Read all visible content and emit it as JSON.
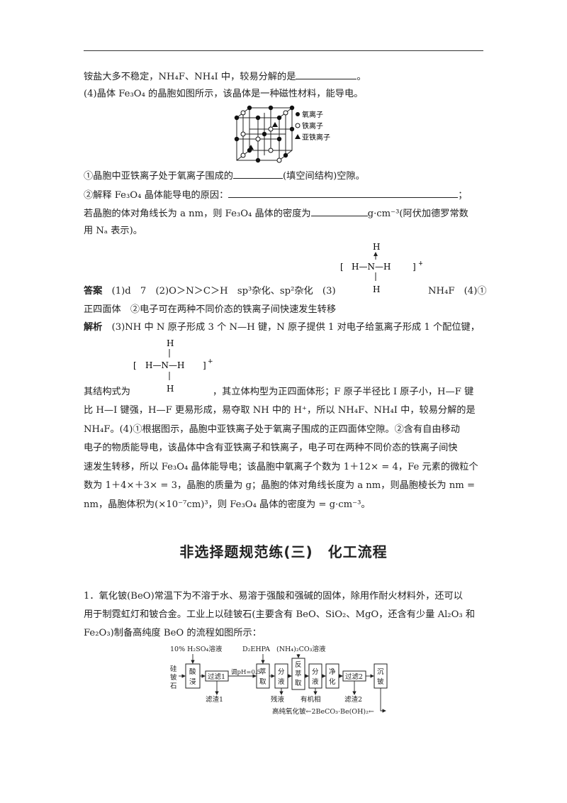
{
  "lines": {
    "l1": "铵盐大多不稳定，NH₄F、NH₄I 中，较易分解的是",
    "l1_end": "。",
    "l2": "(4)晶体 Fe₃O₄ 的晶胞如图所示，该晶体是一种磁性材料，能导电。",
    "l3a": "①晶胞中亚铁离子处于氧离子围成的",
    "l3b": "(填空间结构)空隙。",
    "l4a": "②解释 Fe₃O₄ 晶体能导电的原因：",
    "l4b": "；",
    "l5a": "若晶胞的体对角线长为 a nm，则 Fe₃O₄ 晶体的密度为",
    "l5b": "g·cm⁻³(阿伏加德罗常数",
    "l6": "用 Nₐ 表示)。"
  },
  "legend": {
    "oxygen": "氧离子",
    "iron": "铁离子",
    "ferrous": "亚铁离子"
  },
  "answer": {
    "label": "答案",
    "text1": "(1)d　7　(2)O＞N＞C＞H　sp³杂化、sp²杂化　(3)",
    "text1b": "NH₄F　(4)①",
    "text2": "正四面体　②电子可在两种不同价态的铁离子间快速发生转移"
  },
  "analysis": {
    "label": "解析",
    "p1": "(3)NH 中 N 原子形成 3 个 N—H 键，N 原子提供 1 对电子给氢离子形成 1 个配位键，",
    "p2a": "其结构式为",
    "p2b": "，其立体构型为正四面体形；F 原子半径比 I 原子小，H—F 键",
    "p3": "比 H—I 键强，H—F 更易形成，易夺取 NH 中的 H⁺，所以 NH₄F、NH₄I 中，较易分解的是",
    "p4": "NH₄F。(4)①根据图示，晶胞中亚铁离子处于氧离子围成的正四面体空隙。②含有自由移动",
    "p5": "电子的物质能导电，该晶体中含有亚铁离子和铁离子，电子可在两种不同价态的铁离子间快",
    "p6": "速发生转移，所以 Fe₃O₄ 晶体能导电；该晶胞中氧离子个数为 1＋12× = 4，Fe 元素的微粒个",
    "p7": "数为 1＋4×＋3× = 3，晶胞的质量为 g；晶胞的体对角线长度为 a nm，则晶胞棱长为 nm =",
    "p8": "nm，晶胞体积为(×10⁻⁷cm)³，则 Fe₃O₄ 晶体的密度为 = g·cm⁻³。"
  },
  "structure": {
    "h": "H",
    "n": "N",
    "bond_h": "H—N—H",
    "charge": "+"
  },
  "section_title": "非选择题规范练(三)　化工流程",
  "question1": {
    "l1": "1．氧化铍(BeO)常温下为不溶于水、易溶于强酸和强碱的固体，除用作耐火材料外，还可以",
    "l2": "用于制霓虹灯和铍合金。工业上以硅铍石(主要含有 BeO、SiO₂、MgO，还含有少量 Al₂O₃ 和",
    "l3": "Fe₂O₃)制备高纯度 BeO 的流程如图所示："
  },
  "flow": {
    "in_acid": "10% H₂SO₄溶液",
    "in_d2ehpa": "D₂EHPA",
    "in_carb": "(NH₄)₂CO₃溶液",
    "ore": [
      "硅",
      "铍",
      "石"
    ],
    "leach": [
      "酸",
      "浸"
    ],
    "filter1": "过滤1",
    "ph": "调pH=0.5",
    "extract": [
      "萃",
      "取"
    ],
    "sep1": [
      "分",
      "液"
    ],
    "reextract": [
      "反",
      "萃",
      "取"
    ],
    "sep2": [
      "分",
      "液"
    ],
    "purify": [
      "净",
      "化"
    ],
    "filter2": "过滤2",
    "precip": [
      "沉",
      "铍"
    ],
    "residue1": "滤渣1",
    "raffinate": "残液",
    "organic": "有机相",
    "residue2": "滤渣2",
    "product": "高纯氧化铍←2BeCO₃·Be(OH)₂←"
  }
}
